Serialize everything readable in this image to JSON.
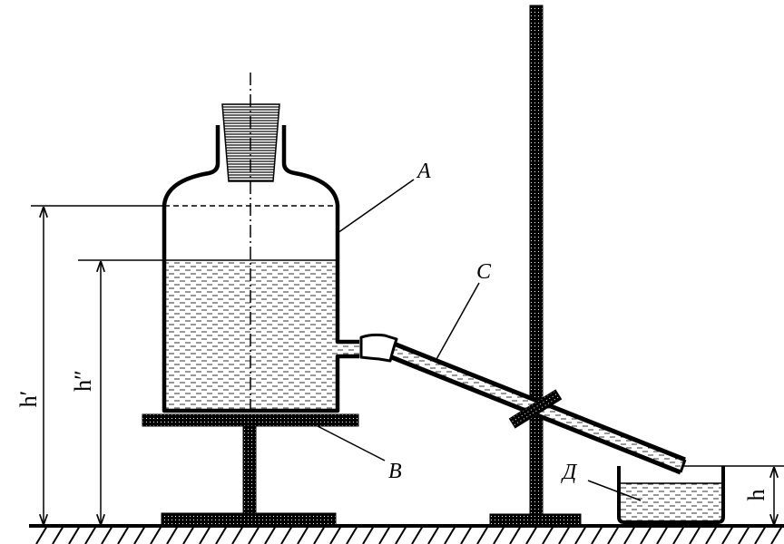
{
  "diagram": {
    "labels": {
      "flask": "A",
      "stand_plate": "B",
      "tube": "C",
      "dish": "Д",
      "h_prime": "h′",
      "h_double_prime": "h″",
      "h": "h"
    }
  }
}
